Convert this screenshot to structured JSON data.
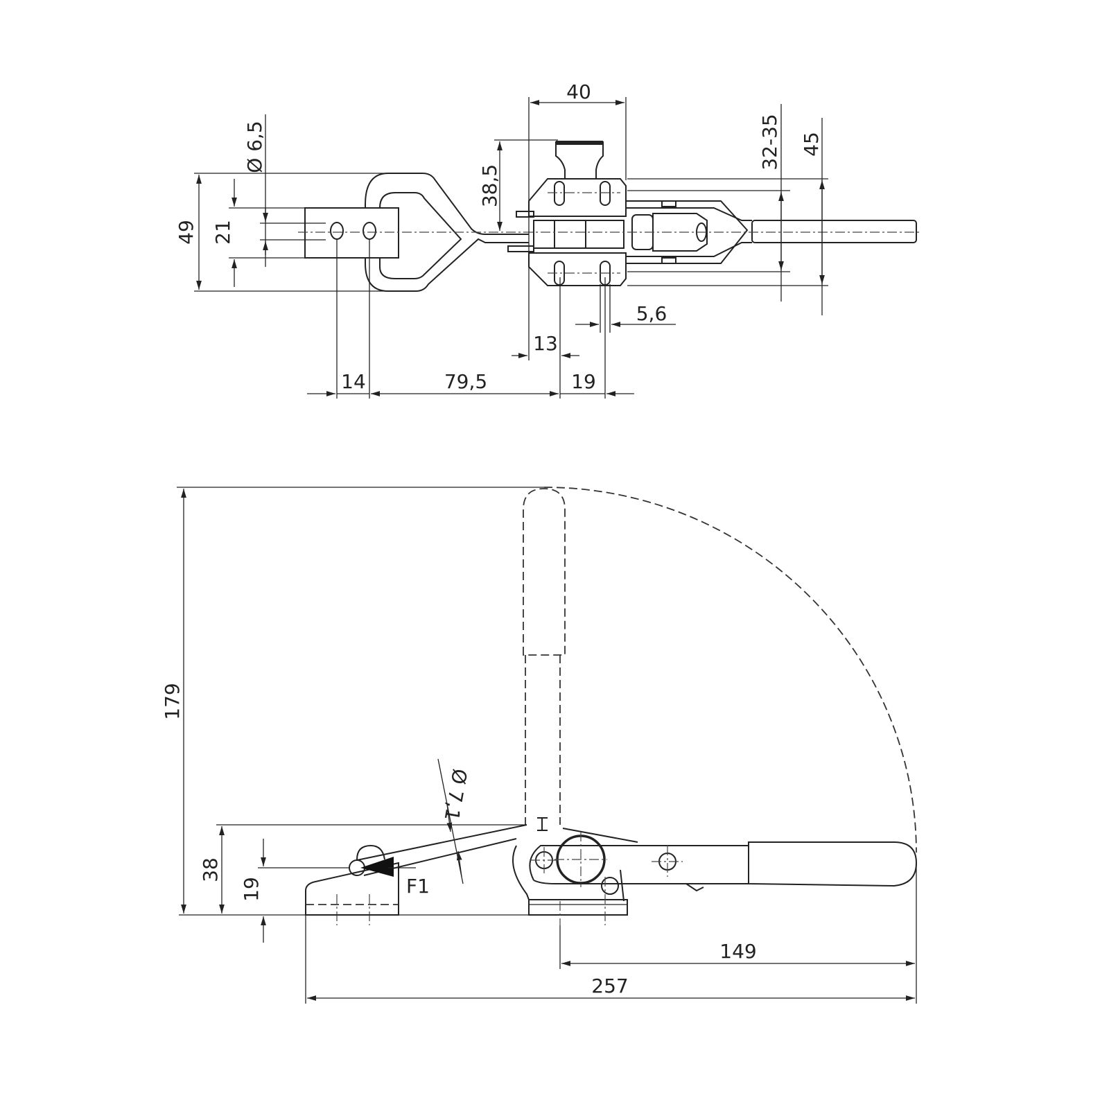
{
  "drawing": {
    "top_view": {
      "dims": {
        "overall_width": "49",
        "plate_width": "21",
        "hole_diameter": "Ø 6,5",
        "base_width": "40",
        "knob_height": "38,5",
        "adjust_range": "32-35",
        "base_length": "45",
        "slot_width": "5,6",
        "base_offset": "13",
        "plate_hole_pitch": "14",
        "plate_to_base": "79,5",
        "base_hole_pitch": "19"
      }
    },
    "side_view": {
      "dims": {
        "open_height": "179",
        "closed_height": "38",
        "hook_height": "19",
        "handle_reach": "149",
        "overall_length": "257",
        "rod_diameter": "Ø 7,1",
        "force_label": "F1"
      }
    }
  }
}
